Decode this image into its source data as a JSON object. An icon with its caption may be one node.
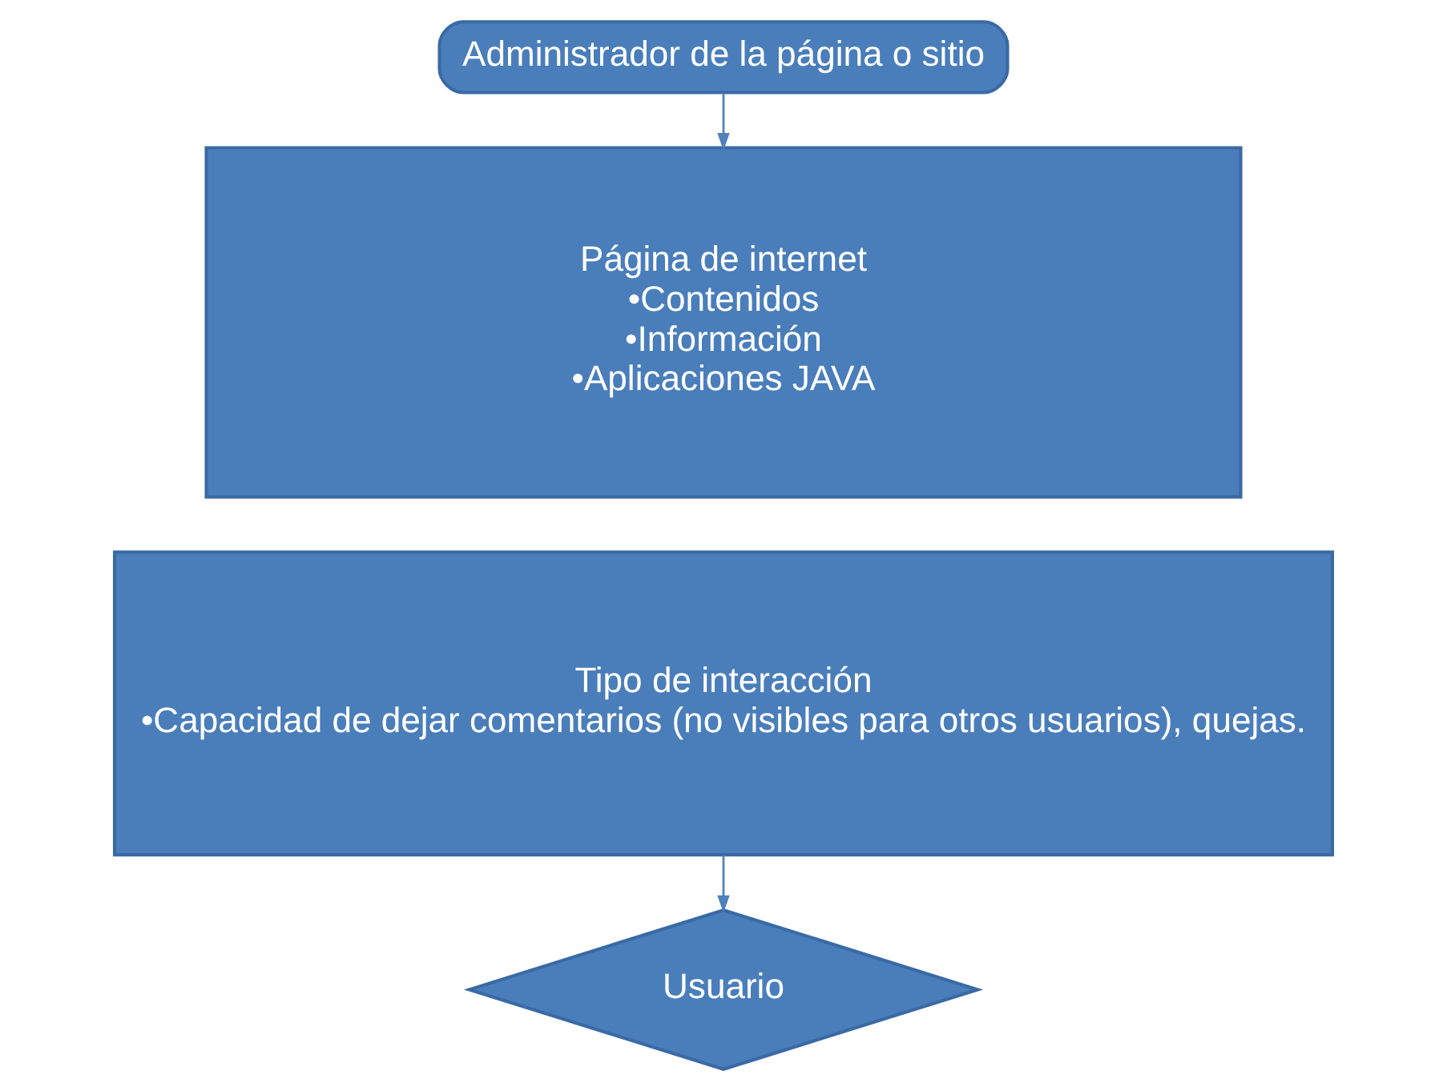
{
  "diagram": {
    "nodes": [
      {
        "text": [
          "Administrador de la página o sitio"
        ]
      },
      {
        "text": [
          "Página de internet",
          "•Contenidos",
          "•Información",
          "•Aplicaciones JAVA"
        ]
      },
      {
        "text": [
          "Tipo de interacción",
          "•Capacidad de dejar comentarios (no visibles para otros usuarios), quejas."
        ]
      },
      {
        "text": [
          "Usuario"
        ]
      }
    ],
    "edges": [
      {
        "from": 0,
        "to": 1,
        "arrow": "to"
      },
      {
        "from": 2,
        "to": 3,
        "arrow": "to"
      }
    ]
  }
}
